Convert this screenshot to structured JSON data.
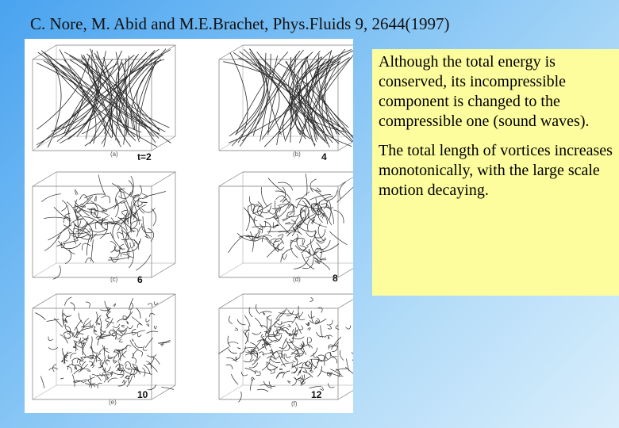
{
  "title": "C. Nore, M. Abid and M.E.Brachet, Phys.Fluids 9, 2644(1997)",
  "figure": {
    "panels": [
      {
        "label": "(a)",
        "time": "t=2",
        "density": "sparse"
      },
      {
        "label": "(b)",
        "time": "4",
        "density": "sparse"
      },
      {
        "label": "(c)",
        "time": "6",
        "density": "medium"
      },
      {
        "label": "(d)",
        "time": "8",
        "density": "medium"
      },
      {
        "label": "(e)",
        "time": "10",
        "density": "dense"
      },
      {
        "label": "(f)",
        "time": "12",
        "density": "dense"
      }
    ]
  },
  "text": {
    "paragraph1": "Although the total energy is conserved, its incompressible component is changed to the compressible one (sound waves).",
    "paragraph2": "The total length of vortices increases monotonically, with the large scale motion decaying."
  },
  "colors": {
    "background": "#7cc0f4",
    "textbox": "#fdfd9e"
  }
}
